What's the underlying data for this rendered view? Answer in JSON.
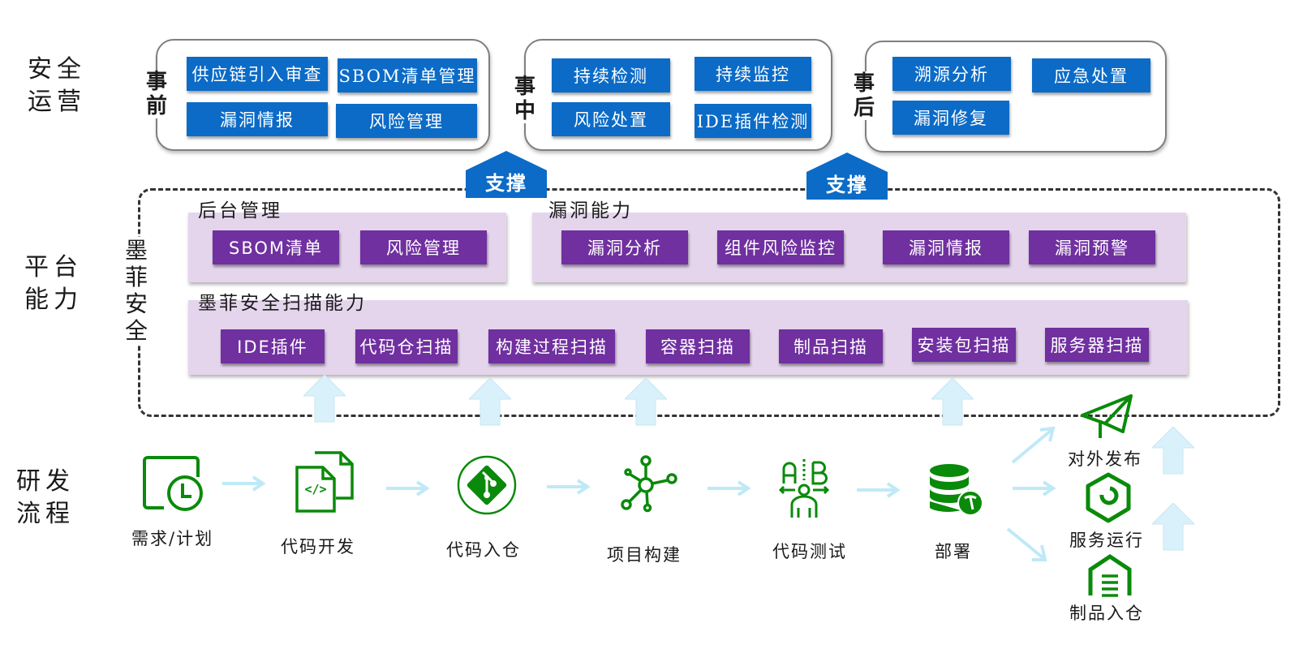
{
  "colors": {
    "ops_button": "#0b6bc7",
    "platform_button": "#7030a0",
    "platform_panel": "#e4d5ec",
    "flow_icon": "#0a8a0a",
    "flow_arrow": "#bfe9f7",
    "up_arrow": "#d9f1fa"
  },
  "rows": {
    "security_ops": "安全运营",
    "platform": "平台能力",
    "dev_flow": "研发流程"
  },
  "security_ops": {
    "phases": [
      {
        "label": "事前",
        "items": [
          "供应链引入审查",
          "SBOM清单管理",
          "漏洞情报",
          "风险管理"
        ]
      },
      {
        "label": "事中",
        "items": [
          "持续检测",
          "持续监控",
          "风险处置",
          "IDE插件检测"
        ]
      },
      {
        "label": "事后",
        "items": [
          "溯源分析",
          "应急处置",
          "漏洞修复"
        ]
      }
    ],
    "support_labels": [
      "支撑",
      "支撑"
    ]
  },
  "platform": {
    "vendor": "墨菲安全",
    "backend": {
      "title": "后台管理",
      "items": [
        "SBOM清单",
        "风险管理"
      ]
    },
    "vuln": {
      "title": "漏洞能力",
      "items": [
        "漏洞分析",
        "组件风险监控",
        "漏洞情报",
        "漏洞预警"
      ]
    },
    "scan": {
      "title": "墨菲安全扫描能力",
      "items": [
        "IDE插件",
        "代码仓扫描",
        "构建过程扫描",
        "容器扫描",
        "制品扫描",
        "安装包扫描",
        "服务器扫描"
      ]
    }
  },
  "dev_flow": {
    "steps": [
      {
        "label": "需求/计划",
        "icon": "calendar-clock-icon"
      },
      {
        "label": "代码开发",
        "icon": "code-file-icon"
      },
      {
        "label": "代码入仓",
        "icon": "git-icon"
      },
      {
        "label": "项目构建",
        "icon": "hub-network-icon"
      },
      {
        "label": "代码测试",
        "icon": "ab-test-icon"
      },
      {
        "label": "部署",
        "icon": "database-deploy-icon"
      }
    ],
    "outcomes": [
      {
        "label": "对外发布",
        "icon": "paper-plane-icon"
      },
      {
        "label": "服务运行",
        "icon": "hexagon-service-icon"
      },
      {
        "label": "制品入仓",
        "icon": "warehouse-icon"
      }
    ]
  }
}
